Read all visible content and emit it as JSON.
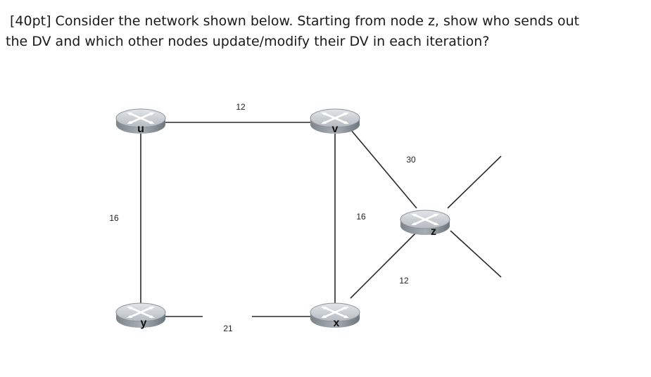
{
  "question": {
    "line1": "[40pt] Consider the network shown below. Starting from node z, show who sends out",
    "line2": "the DV and which other nodes update/modify their DV in each iteration?"
  },
  "diagram": {
    "nodes": {
      "u": "u",
      "v": "v",
      "y": "y",
      "x": "x",
      "z": "z"
    },
    "edges": {
      "u_v": "12",
      "u_y": "16",
      "v_x": "16",
      "v_z": "30",
      "x_y": "21",
      "x_z": "12"
    },
    "colors": {
      "router_top": "#c9ced3",
      "router_body": "#8e969d",
      "link": "#2a2a2a"
    }
  }
}
